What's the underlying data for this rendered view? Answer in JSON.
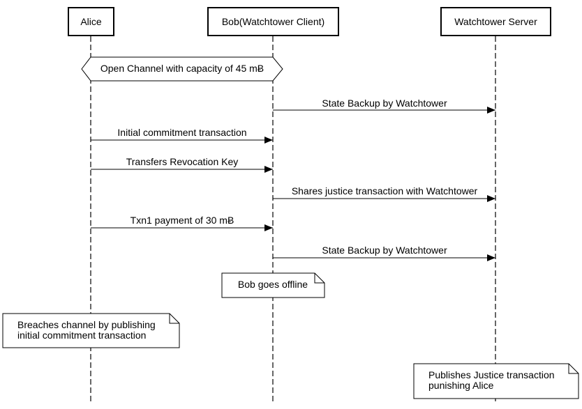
{
  "participants": [
    {
      "id": "alice",
      "label": "Alice"
    },
    {
      "id": "bob",
      "label": "Bob(Watchtower Client)"
    },
    {
      "id": "server",
      "label": "Watchtower Server"
    }
  ],
  "hex_note": {
    "label": "Open Channel with capacity of 45 mɃ"
  },
  "messages": [
    {
      "label": "State Backup by Watchtower"
    },
    {
      "label": "Initial commitment transaction"
    },
    {
      "label": "Transfers Revocation Key"
    },
    {
      "label": "Shares justice transaction with Watchtower"
    },
    {
      "label": "Txn1 payment of 30 mɃ"
    },
    {
      "label": "State Backup by Watchtower"
    }
  ],
  "notes": [
    {
      "lines": [
        "Bob goes offline"
      ]
    },
    {
      "lines": [
        "Breaches channel by publishing",
        "initial commitment transaction"
      ]
    },
    {
      "lines": [
        "Publishes Justice transaction",
        "punishing Alice"
      ]
    }
  ],
  "colors": {
    "stroke": "#000000",
    "background": "#ffffff"
  }
}
